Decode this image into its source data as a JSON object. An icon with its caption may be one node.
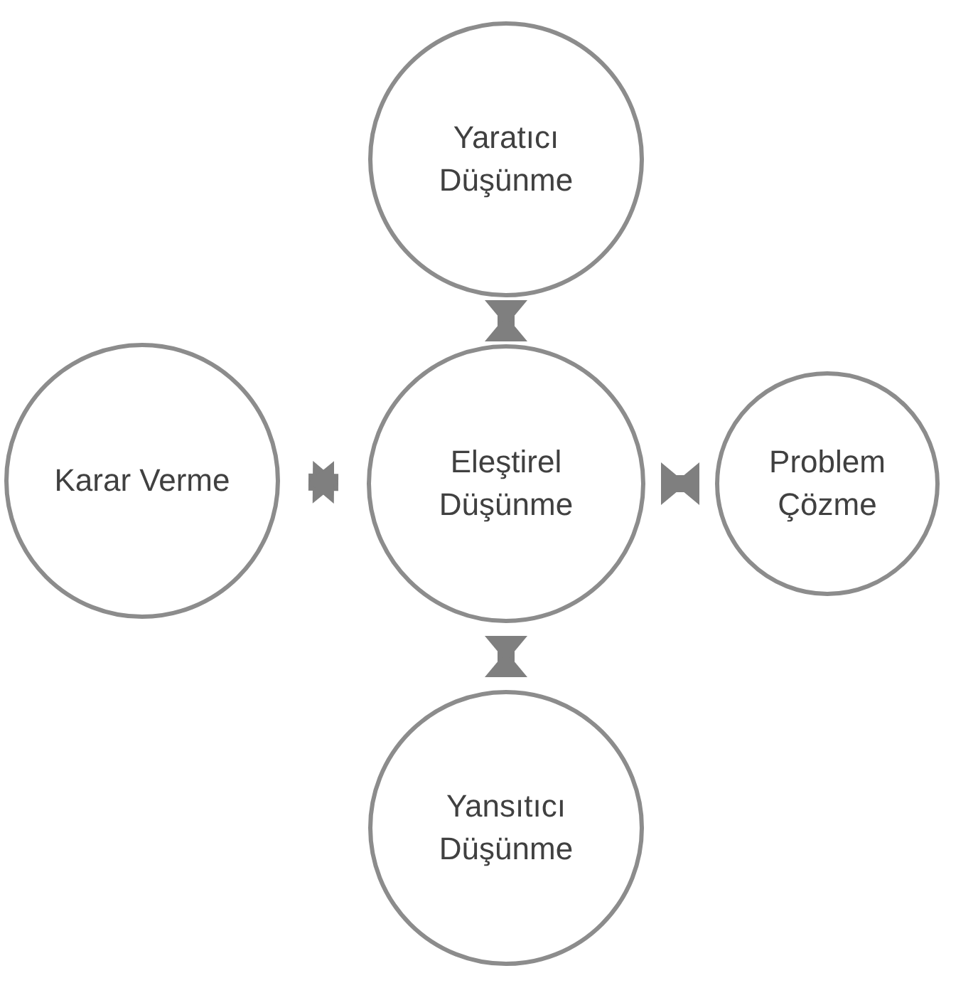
{
  "diagram": {
    "nodes": [
      {
        "text": [
          "Yaratıcı Düşünme"
        ]
      },
      {
        "text": [
          "Karar Verme"
        ]
      },
      {
        "text": [
          "Eleştirel Düşünme"
        ]
      },
      {
        "text": [
          "Problem Çözme"
        ]
      },
      {
        "text": [
          "Yansıtıcı Düşünme"
        ]
      }
    ],
    "edges": [
      {
        "from": 2,
        "to": 0,
        "arrow": "both"
      },
      {
        "from": 2,
        "to": 1,
        "arrow": "both"
      },
      {
        "from": 2,
        "to": 3,
        "arrow": "both"
      },
      {
        "from": 2,
        "to": 4,
        "arrow": "both"
      }
    ]
  }
}
